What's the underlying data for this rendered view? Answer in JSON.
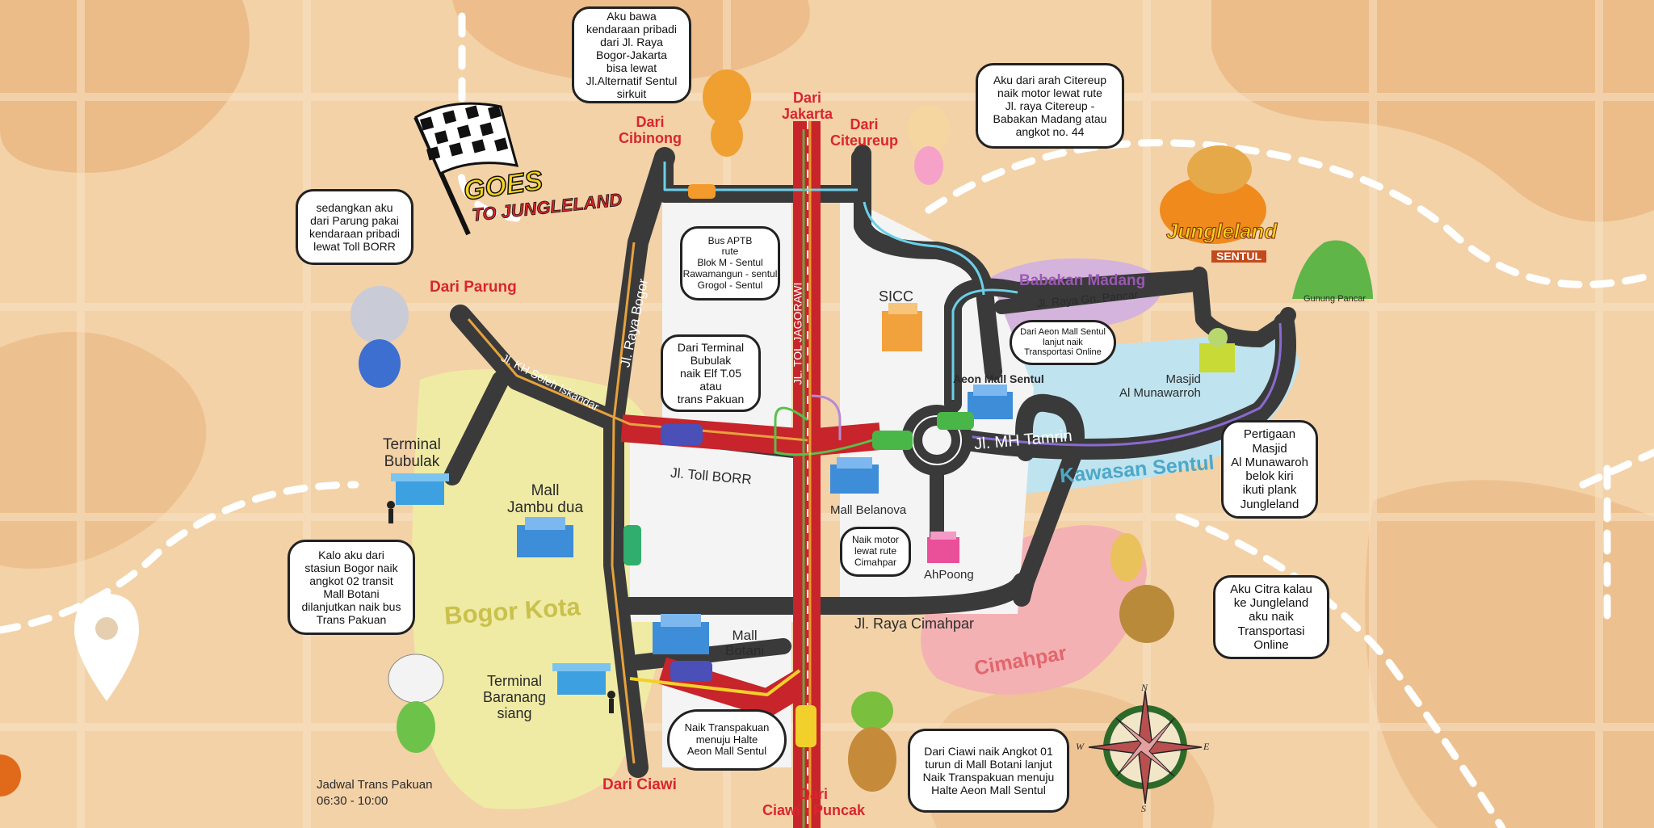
{
  "title": {
    "line1": "GOES",
    "line2": "TO JUNGLELAND"
  },
  "origins": {
    "dari_jakarta": "Dari\nJakarta",
    "dari_cibinong": "Dari\nCibinong",
    "dari_citeureup": "Dari\nCiteureup",
    "dari_parung": "Dari Parung",
    "dari_ciawi": "Dari Ciawi",
    "dari_ciawi_puncak": "Dari\nCiawi - Puncak"
  },
  "roads": {
    "raya_bogor": "Jl. Raya Bogor",
    "tol_jagorawi": "JL. TOL JAGORAWI",
    "kh_soleh": "Jl. KH Soleh Iskandar",
    "toll_borr": "Jl. Toll BORR",
    "mh_tamrin": "Jl. MH Tamrin",
    "gn_pancar": "Jl. Raya Gn. Pancar",
    "cimahpar": "Jl. Raya Cimahpar"
  },
  "areas": {
    "bogor_kota": "Bogor Kota",
    "babakan_madang": "Babakan Madang",
    "kawasan_sentul": "Kawasan Sentul",
    "cimahpar": "Cimahpar"
  },
  "places": {
    "terminal_bubulak": "Terminal\nBubulak",
    "mall_jambu_dua": "Mall\nJambu dua",
    "mall_botani": "Mall\nBotani",
    "terminal_baranangsiang": "Terminal\nBaranang\nsiang",
    "sicc": "SICC",
    "aeon_mall": "Aeon Mall Sentul",
    "mall_belanova": "Mall Belanova",
    "ahpoong": "AhPoong",
    "masjid": "Masjid\nAl Munawarroh",
    "gunung_pancar": "Gunung Pancar",
    "jungleland": "Jungleland",
    "jungleland_sub": "SENTUL"
  },
  "bubbles": {
    "tiger": "Aku bawa\nkendaraan pribadi\ndari Jl. Raya\nBogor-Jakarta\nbisa lewat\nJl.Alternatif Sentul\nsirkuit",
    "mouse": "Aku dari arah Citereup\nnaik motor lewat rute\nJl. raya Citereup -\nBabakan Madang atau\nangkot no. 44",
    "rhino": "sedangkan aku\ndari Parung pakai\nkendaraan pribadi\nlewat Toll BORR",
    "bus_aptb": "Bus APTB\nrute\nBlok M - Sentul\nRawamangun - sentul\nGrogol - Sentul",
    "terminal_bubulak": "Dari Terminal\nBubulak\nnaik Elf T.05\natau\ntrans Pakuan",
    "aeon_online": "Dari Aeon Mall Sentul\nlanjut naik\nTransportasi Online",
    "pertigaan": "Pertigaan\nMasjid\nAl Munawaroh\nbelok kiri\nikuti plank\nJungleland",
    "naik_motor": "Naik motor\nlewat rute\nCimahpar",
    "stasiun_bogor": "Kalo aku dari\nstasiun Bogor naik\nangkot 02 transit\nMall Botani\ndilanjutkan naik bus\nTrans Pakuan",
    "citra": "Aku Citra kalau\nke Jungleland\naku naik\nTransportasi\nOnline",
    "transpakuan": "Naik Transpakuan\nmenuju Halte\nAeon Mall Sentul",
    "ciawi_angkot": "Dari Ciawi naik Angkot 01\nturun di Mall Botani lanjut\nNaik Transpakuan menuju\nHalte Aeon Mall Sentul"
  },
  "schedule": {
    "title": "Jadwal Trans Pakuan",
    "time": "06:30 - 10:00"
  },
  "compass": {
    "n": "N",
    "s": "S",
    "e": "E",
    "w": "W"
  },
  "colors": {
    "road": "#3a3a3a",
    "toll": "#c8242b",
    "accent_red": "#d9262e",
    "bogor_zone": "#f0eba4",
    "babakan_zone": "#d4b4dc",
    "sentul_zone": "#bfe3ef",
    "cimahpar_zone": "#f4b1b4"
  }
}
